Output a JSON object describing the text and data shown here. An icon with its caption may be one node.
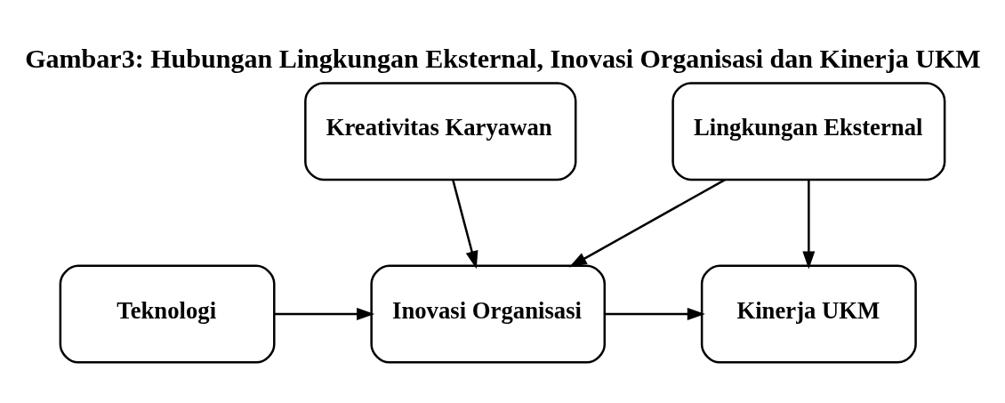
{
  "diagram": {
    "title": "Gambar3: Hubungan Lingkungan Eksternal, Inovasi Organisasi dan Kinerja UKM",
    "nodes": [
      {
        "text": [
          "Kreativitas Karyawan"
        ]
      },
      {
        "text": [
          "Lingkungan Eksternal"
        ]
      },
      {
        "text": [
          "Teknologi"
        ]
      },
      {
        "text": [
          "Inovasi Organisasi"
        ]
      },
      {
        "text": [
          "Kinerja UKM"
        ]
      }
    ],
    "edges": [
      {
        "from": 0,
        "to": 3,
        "arrow": "to"
      },
      {
        "from": 1,
        "to": 3,
        "arrow": "to"
      },
      {
        "from": 1,
        "to": 4,
        "arrow": "to"
      },
      {
        "from": 2,
        "to": 3,
        "arrow": "to"
      },
      {
        "from": 3,
        "to": 4,
        "arrow": "to"
      }
    ]
  }
}
